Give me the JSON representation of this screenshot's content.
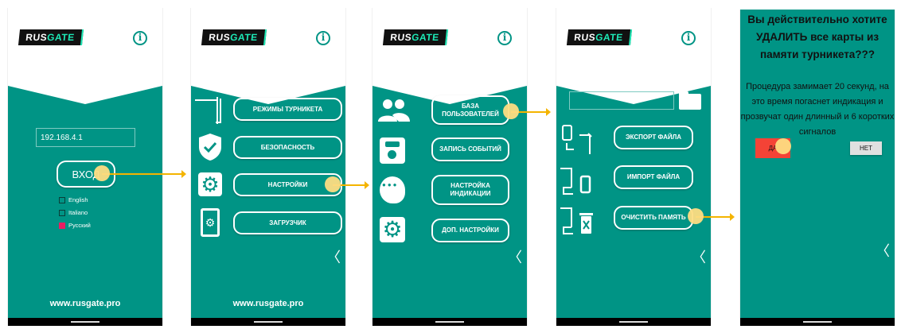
{
  "brand": {
    "logo_part1": "RUS",
    "logo_part2": "GATE"
  },
  "colors": {
    "teal": "#009485",
    "tap": "#fddc82",
    "arrow": "#f4b400",
    "danger": "#f44336"
  },
  "login": {
    "ip_value": "192.168.4.1",
    "login_label": "ВХОД",
    "languages": [
      {
        "label": "English",
        "checked": false
      },
      {
        "label": "Italiano",
        "checked": false
      },
      {
        "label": "Русский",
        "checked": true
      }
    ],
    "website": "www.rusgate.pro"
  },
  "menu": {
    "items": [
      "РЕЖИМЫ ТУРНИКЕТА",
      "БЕЗОПАСНОСТЬ",
      "НАСТРОЙКИ",
      "ЗАГРУЗЧИК"
    ],
    "website": "www.rusgate.pro"
  },
  "settings": {
    "items": [
      "БАЗА ПОЛЬЗОВАТЕЛЕЙ",
      "ЗАПИСЬ СОБЫТИЙ",
      "НАСТРОЙКА ИНДИКАЦИИ",
      "ДОП. НАСТРОЙКИ"
    ]
  },
  "users_db": {
    "file_value": "",
    "items": [
      "ЭКСПОРТ ФАЙЛА",
      "ИМПОРТ ФАЙЛА",
      "ОЧИСТИТЬ ПАМЯТЬ"
    ]
  },
  "confirm": {
    "title": "Вы действительно хотите УДАЛИТЬ все карты из памяти турникета???",
    "message": "Процедура замимает 20 секунд, на это время погаснет индикация и прозвучат один длинный и 6 коротких сигналов",
    "yes": "ДА",
    "no": "НЕТ"
  },
  "nav": {
    "back": "〈"
  }
}
